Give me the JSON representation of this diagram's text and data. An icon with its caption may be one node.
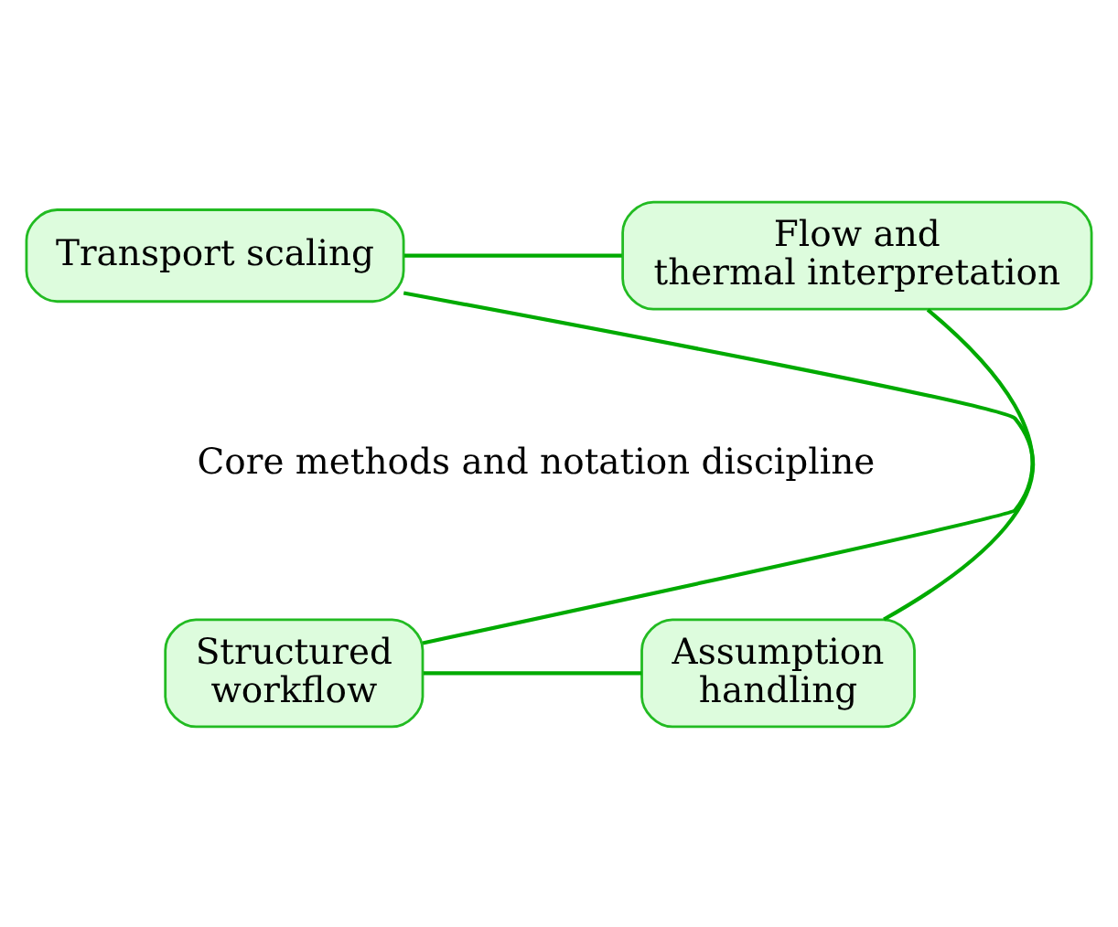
{
  "diagram": {
    "nodes": [
      {
        "text": [
          "Transport scaling"
        ]
      },
      {
        "text": [
          "Flow and thermal interpretation"
        ]
      },
      {
        "text": [
          "Assumption handling"
        ]
      },
      {
        "text": [
          "Structured workflow"
        ]
      }
    ],
    "edges": [
      {
        "from": 0,
        "to": 1,
        "arrow": "none"
      },
      {
        "from": 1,
        "to": 3,
        "arrow": "none"
      },
      {
        "from": 3,
        "to": 2,
        "arrow": "none"
      },
      {
        "from": 2,
        "to": 0,
        "arrow": "none"
      }
    ],
    "labels": [
      "Core methods and notation discipline"
    ]
  }
}
